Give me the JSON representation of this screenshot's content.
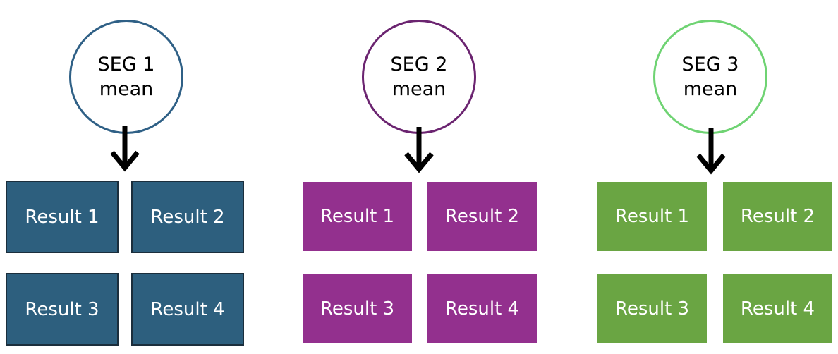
{
  "segments": [
    {
      "line1": "SEG 1",
      "line2": "mean",
      "color": "#2f6086",
      "box_color": "#2d5f7e",
      "box_border": "#1b2e3c",
      "results": [
        "Result 1",
        "Result 2",
        "Result 3",
        "Result 4"
      ]
    },
    {
      "line1": "SEG 2",
      "line2": "mean",
      "color": "#6b2470",
      "box_color": "#93308e",
      "box_border": "#93308e",
      "results": [
        "Result 1",
        "Result 2",
        "Result 3",
        "Result 4"
      ]
    },
    {
      "line1": "SEG 3",
      "line2": "mean",
      "color": "#6fd373",
      "box_color": "#6aa543",
      "box_border": "#6aa543",
      "results": [
        "Result 1",
        "Result 2",
        "Result 3",
        "Result 4"
      ]
    }
  ]
}
